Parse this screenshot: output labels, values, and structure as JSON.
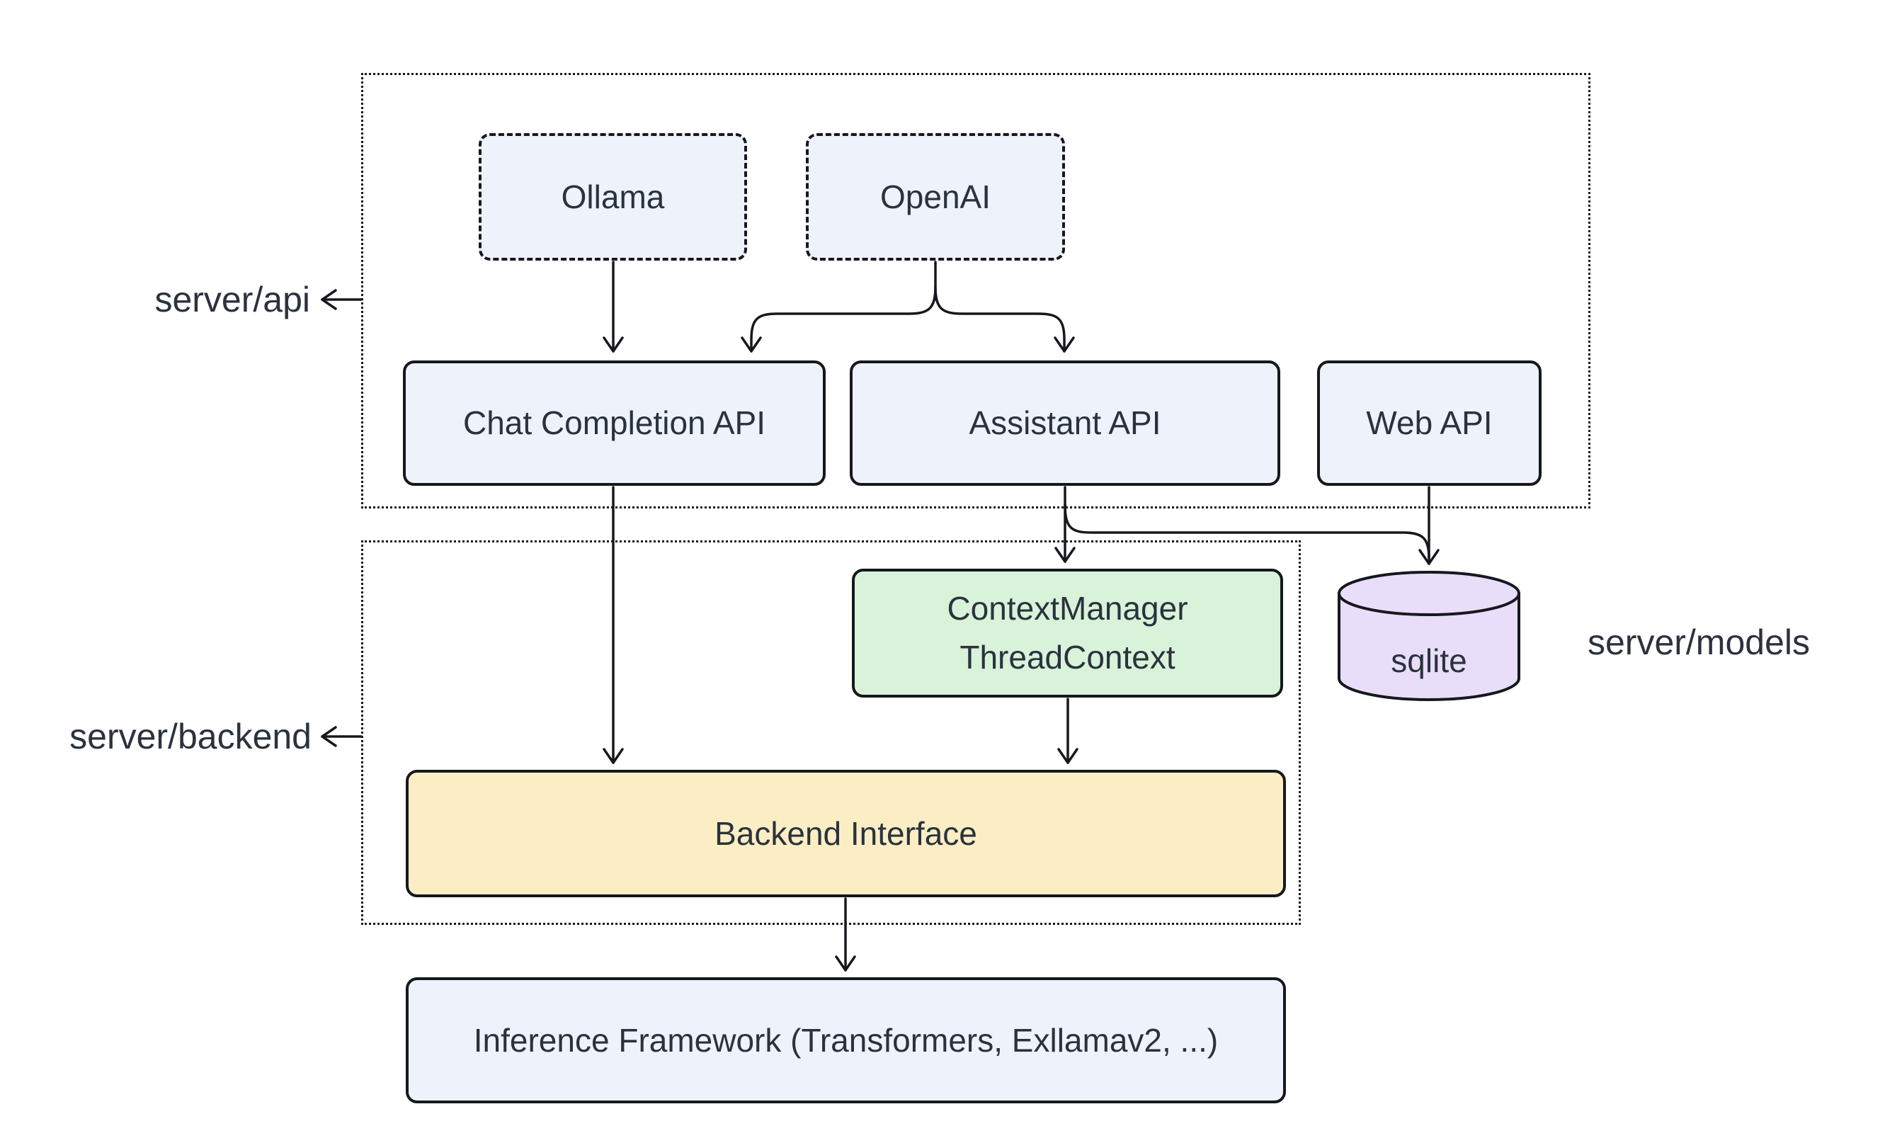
{
  "diagram": {
    "containers": {
      "api": {
        "label": "server/api"
      },
      "backend": {
        "label": "server/backend"
      }
    },
    "side_labels": {
      "models": "server/models"
    },
    "nodes": {
      "ollama": "Ollama",
      "openai": "OpenAI",
      "chat": "Chat Completion API",
      "assistant": "Assistant API",
      "web": "Web API",
      "context_line1": "ContextManager",
      "context_line2": "ThreadContext",
      "backend_interface": "Backend Interface",
      "inference": "Inference Framework (Transformers, Exllamav2, ...)",
      "sqlite": "sqlite"
    },
    "edges": [
      {
        "from": "Ollama",
        "to": "Chat Completion API"
      },
      {
        "from": "OpenAI",
        "to": "Chat Completion API"
      },
      {
        "from": "OpenAI",
        "to": "Assistant API"
      },
      {
        "from": "Chat Completion API",
        "to": "Backend Interface"
      },
      {
        "from": "Assistant API",
        "to": "ContextManager ThreadContext"
      },
      {
        "from": "Assistant API",
        "to": "sqlite"
      },
      {
        "from": "Web API",
        "to": "sqlite"
      },
      {
        "from": "ContextManager ThreadContext",
        "to": "Backend Interface"
      },
      {
        "from": "Backend Interface",
        "to": "Inference Framework (Transformers, Exllamav2, ...)"
      }
    ],
    "colors": {
      "blue": "#edf2fb",
      "green": "#d8f3da",
      "yellow": "#fbeec5",
      "purple": "#e9def9",
      "stroke": "#16181d",
      "text": "#2b323d",
      "bg": "#ffffff"
    }
  }
}
